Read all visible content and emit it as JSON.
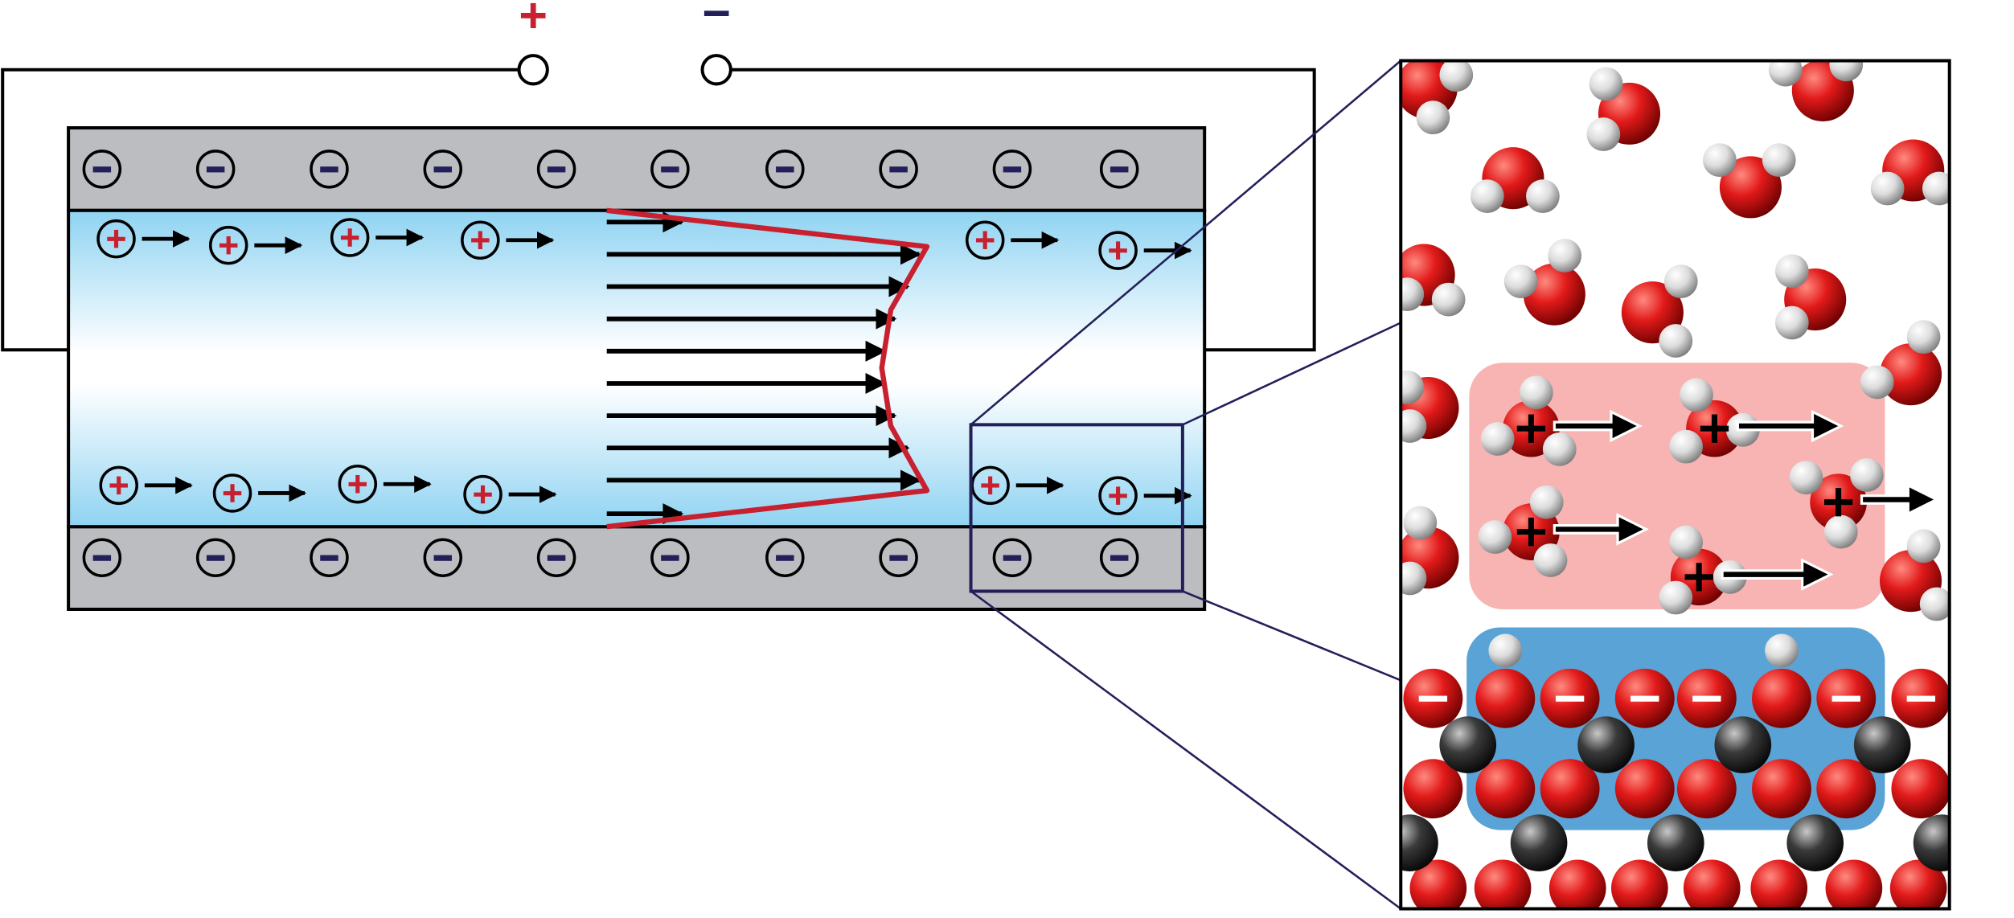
{
  "terminals": {
    "positive_symbol": "+",
    "negative_symbol": "−"
  },
  "symbols": {
    "cation": "+",
    "anion": "−"
  },
  "colors": {
    "positive": "#c8202e",
    "negative": "#231f5a",
    "wall": "#bcbdc0",
    "fluid_edge": "#8fd3f2",
    "fluid_center": "#ffffff",
    "profile_curve": "#c8202e",
    "zoom_lines": "#231f5a",
    "diffuse_layer": "#f7b4b2",
    "stern_layer": "#5aa3d6",
    "oxygen": "#e21a1a",
    "hydrogen": "#e6e6e6",
    "silicon": "#333333"
  },
  "icons": [
    "battery-terminal",
    "cation-symbol",
    "anion-symbol",
    "flow-arrow",
    "water-molecule",
    "oxygen-atom",
    "silicon-atom"
  ]
}
